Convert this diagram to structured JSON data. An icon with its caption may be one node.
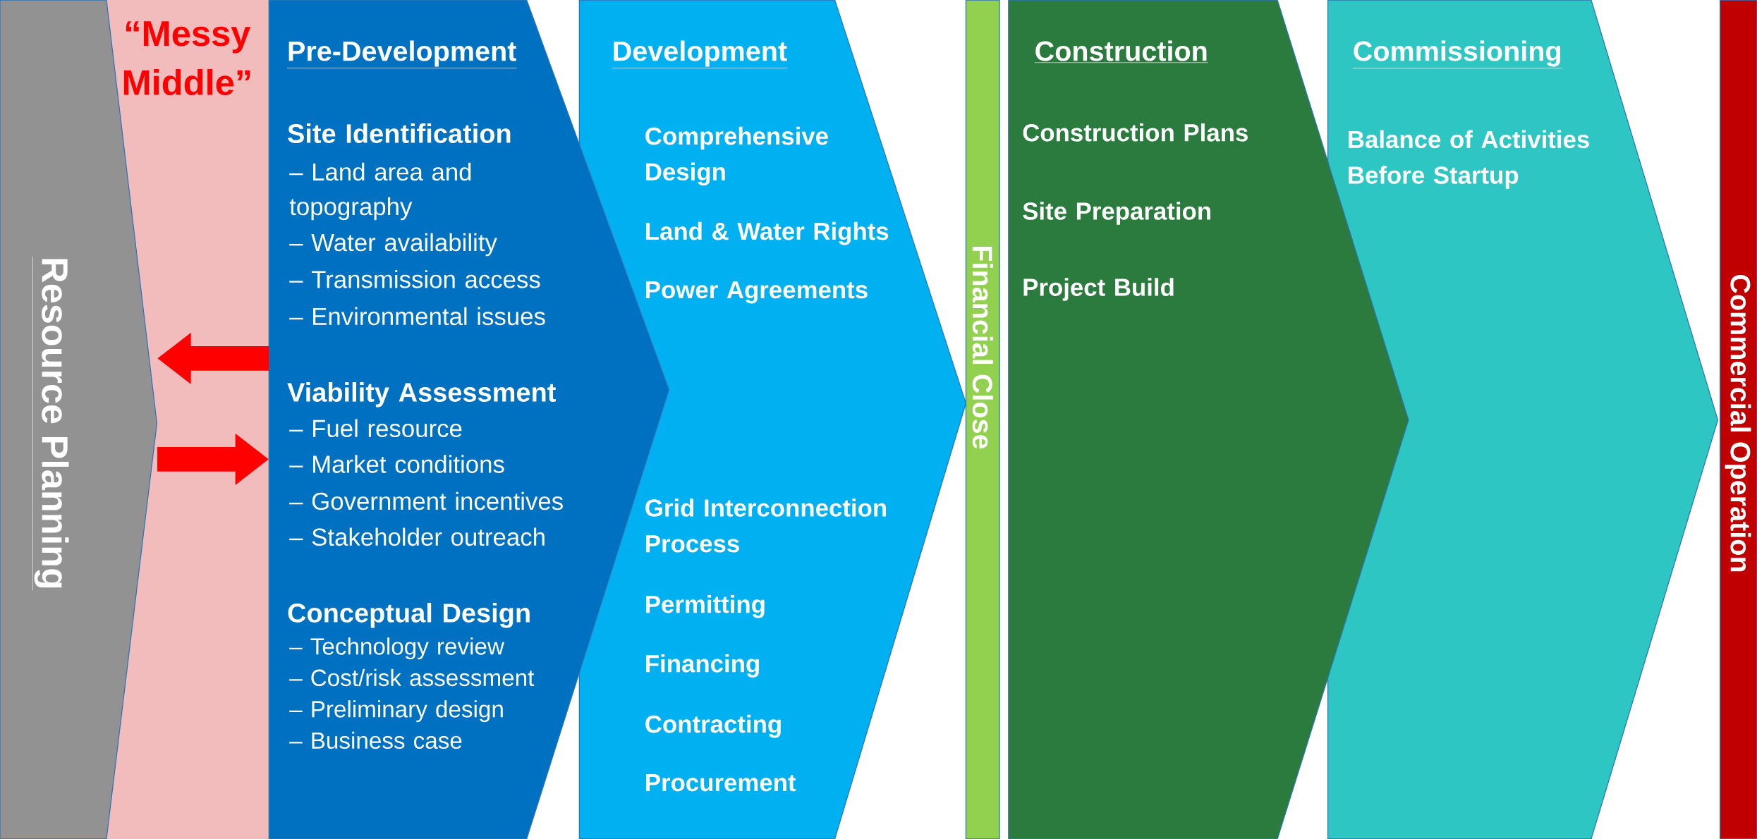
{
  "diagram": {
    "nodes": [
      {
        "text": [
          "Resource Planning"
        ]
      },
      {
        "text": [
          "Pre-Development",
          "Site Identification",
          "– Land area and topography",
          "– Water availability",
          "– Transmission access",
          "– Environmental issues",
          "Viability Assessment",
          "– Fuel resource",
          "– Market conditions",
          "– Government incentives",
          "– Stakeholder outreach",
          "Conceptual Design",
          "– Technology review",
          "– Cost/risk assessment",
          "– Preliminary design",
          "– Business case"
        ]
      },
      {
        "text": [
          "Development",
          "Comprehensive Design",
          "Land & Water Rights",
          "Power Agreements",
          "Grid Interconnection Process",
          "Permitting",
          "Financing",
          "Contracting",
          "Procurement"
        ]
      },
      {
        "text": [
          "Financial Close"
        ]
      },
      {
        "text": [
          "Construction",
          "Construction Plans",
          "Site Preparation",
          "Project Build"
        ]
      },
      {
        "text": [
          "Commissioning",
          "Balance of Activities Before Startup"
        ]
      },
      {
        "text": [
          "Commercial Operation"
        ]
      }
    ],
    "edges": [
      {
        "from": 1,
        "to": 0,
        "arrow": "to"
      },
      {
        "from": 0,
        "to": 1,
        "arrow": "to"
      }
    ],
    "labels": [
      "“Messy Middle”"
    ]
  }
}
